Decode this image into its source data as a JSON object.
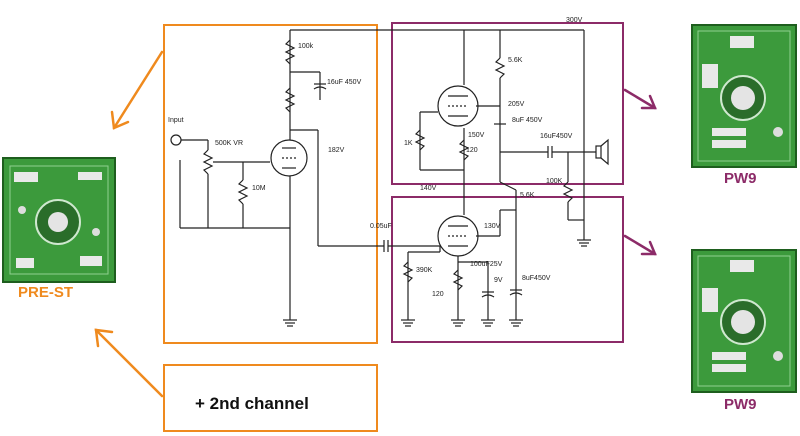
{
  "boards": {
    "pre": {
      "label": "PRE-ST"
    },
    "pw_top": {
      "label": "PW9"
    },
    "pw_bottom": {
      "label": "PW9"
    }
  },
  "channel_box": {
    "label": "+ 2nd channel"
  },
  "schematic": {
    "input_label": "Input",
    "vr_label": "500K VR",
    "r_10m": "10M",
    "r_100k": "100k",
    "cap_16uf_450": "16uF 450V",
    "v_182": "182V",
    "r_5_6k": "5.6K",
    "v_205": "205V",
    "cap_8uf_450": "8uF 450V",
    "cap_16uf450": "16uF450V",
    "r_1k": "1K",
    "v_150": "150V",
    "r_120_top": "120",
    "r_100k_right": "100K",
    "cap_005": "0.05uF",
    "v_130": "130V",
    "r_390k": "390K",
    "cap_100uf25": "100uF25V",
    "v_9": "9V",
    "r_120_bottom": "120",
    "cap_8uf450": "8uF450V",
    "v_300": "300V",
    "v_140": "140V",
    "r_5_6k_b": "5.6K"
  },
  "colors": {
    "orange": "#ef8a1e",
    "purple": "#8c2b68",
    "pcb_green": "#3c9a3c",
    "wire": "#222222"
  }
}
